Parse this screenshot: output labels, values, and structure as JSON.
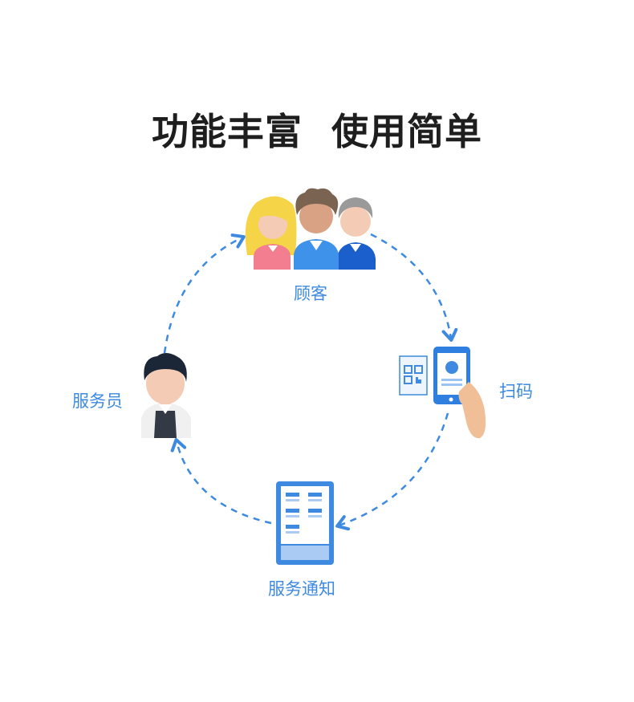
{
  "title": {
    "left": "功能丰富",
    "right": "使用简单"
  },
  "nodes": {
    "customers": "顾客",
    "scan": "扫码",
    "notification": "服务通知",
    "waiter": "服务员"
  },
  "colors": {
    "accent": "#3d8ae0",
    "title": "#1e1e1e"
  },
  "icons": [
    "customers-icon",
    "qr-phone-icon",
    "service-notice-icon",
    "waiter-icon"
  ]
}
